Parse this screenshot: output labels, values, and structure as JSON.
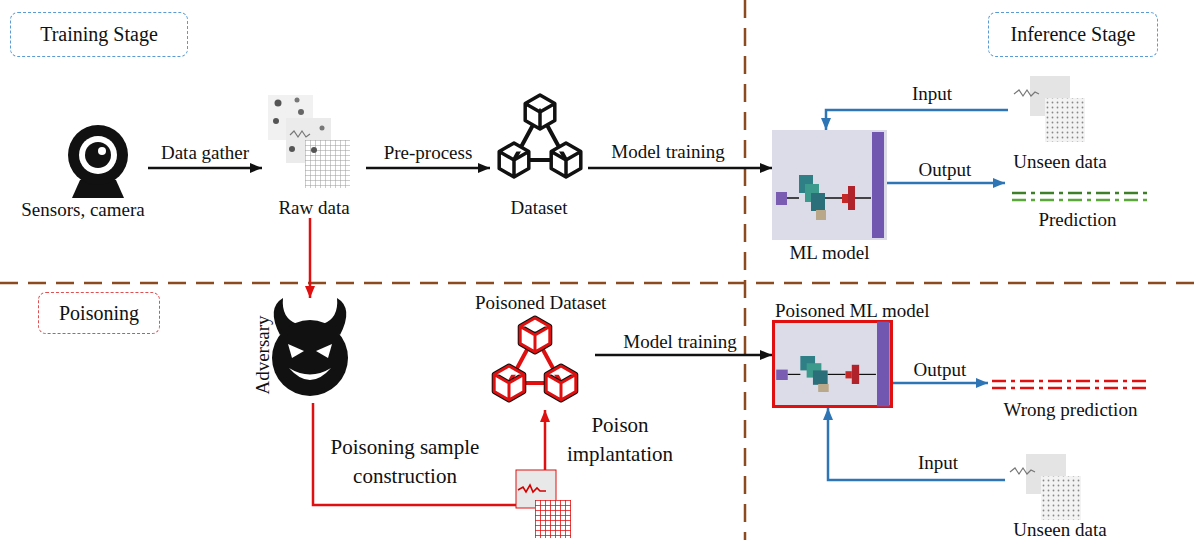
{
  "diagram": {
    "nodes": [
      {
        "text": [
          "Training Stage"
        ]
      },
      {
        "text": [
          "Inference Stage"
        ]
      },
      {
        "text": [
          "Poisoning"
        ]
      },
      {
        "text": [
          "Sensors, camera"
        ]
      },
      {
        "text": [
          "Raw data"
        ]
      },
      {
        "text": [
          "Dataset"
        ]
      },
      {
        "text": [
          "ML model"
        ]
      },
      {
        "text": [
          "Unseen data"
        ]
      },
      {
        "text": [
          "Prediction"
        ]
      },
      {
        "text": [
          "Adversary"
        ]
      },
      {
        "text": [
          "Poisoned Dataset"
        ]
      },
      {
        "text": [
          "Poisoned ML model"
        ]
      },
      {
        "text": [
          "Wrong prediction"
        ]
      },
      {
        "text": [
          "Unseen data"
        ]
      }
    ],
    "edges": [
      {
        "from": 3,
        "to": 4,
        "label": "Data gather",
        "arrow": "to"
      },
      {
        "from": 4,
        "to": 5,
        "label": "Pre-process",
        "arrow": "to"
      },
      {
        "from": 5,
        "to": 6,
        "label": "Model training",
        "arrow": "to"
      },
      {
        "from": 7,
        "to": 6,
        "label": "Input",
        "arrow": "to"
      },
      {
        "from": 6,
        "to": 8,
        "label": "Output",
        "arrow": "to"
      },
      {
        "from": 4,
        "to": 9,
        "arrow": "to"
      },
      {
        "from": 9,
        "to": 10,
        "label": "Poisoning sample construction",
        "arrow": "to"
      },
      {
        "from": 10,
        "to": 11,
        "label": "Model training",
        "arrow": "to"
      },
      {
        "from": 11,
        "to": 12,
        "label": "Output",
        "arrow": "to"
      },
      {
        "from": 13,
        "to": 11,
        "label": "Input",
        "arrow": "to"
      }
    ],
    "labels": [
      "Poison implantation"
    ]
  }
}
